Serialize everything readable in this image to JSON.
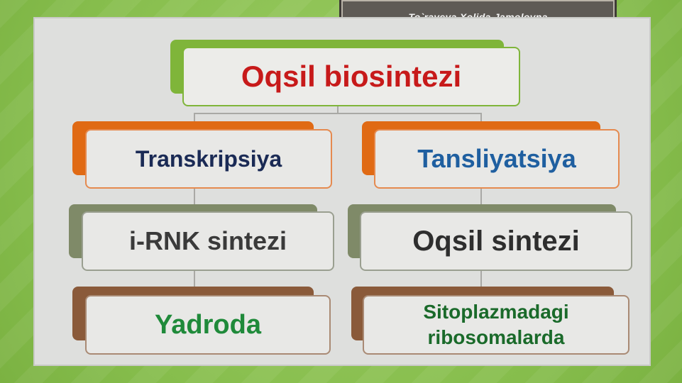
{
  "author": "To`rayeva Xolida Jamolovna",
  "diagram": {
    "root": {
      "label": "Oqsil biosintezi",
      "color": "#c71a1a",
      "tab_color": "#7fb53a"
    },
    "branches": [
      {
        "label": "Transkripsiya",
        "color": "#1a2a55",
        "tab_color": "#e06a14",
        "steps": [
          {
            "label": "i-RNK sintezi",
            "color": "#3a3a3a",
            "tab_color": "#7f8a68"
          },
          {
            "label": "Yadroda",
            "color": "#1f8a3a",
            "tab_color": "#8a5a3a"
          }
        ]
      },
      {
        "label": "Tansliyatsiya",
        "color": "#1f5fa0",
        "tab_color": "#e06a14",
        "steps": [
          {
            "label": "Oqsil sintezi",
            "color": "#2e2e2e",
            "tab_color": "#7f8a68"
          },
          {
            "label": "Sitoplazmadagi ribosomalarda",
            "color": "#1a6a2a",
            "tab_color": "#8a5a3a"
          }
        ]
      }
    ]
  }
}
